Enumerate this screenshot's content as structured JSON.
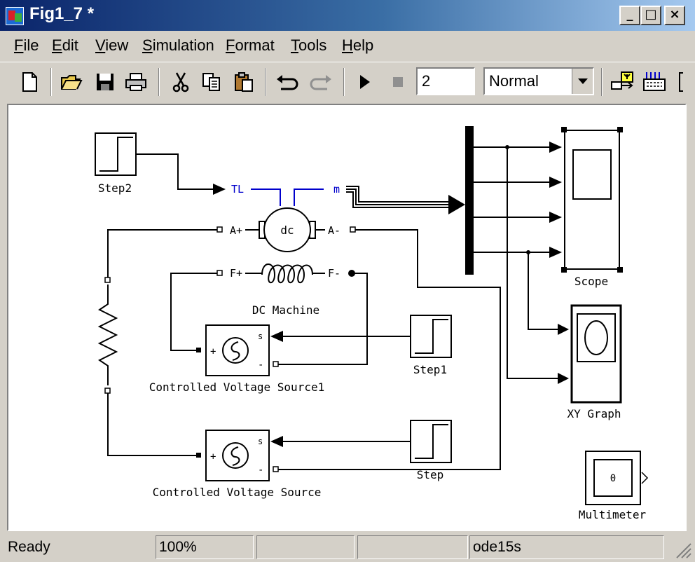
{
  "window": {
    "title": "Fig1_7 *"
  },
  "menu": [
    "File",
    "Edit",
    "View",
    "Simulation",
    "Format",
    "Tools",
    "Help"
  ],
  "toolbar": {
    "buttons": [
      "new-icon",
      "open-icon",
      "save-icon",
      "print-icon",
      "cut-icon",
      "copy-icon",
      "paste-icon",
      "undo-icon",
      "redo-icon",
      "play-icon",
      "stop-icon"
    ],
    "stop_time": "2",
    "sim_mode": "Normal"
  },
  "diagram": {
    "blocks": {
      "step2": "Step2",
      "step1": "Step1",
      "step": "Step",
      "dc_machine": "DC Machine",
      "cvs1": "Controlled Voltage Source1",
      "cvs": "Controlled Voltage Source",
      "scope": "Scope",
      "xy_graph": "XY Graph",
      "multimeter": "Multimeter"
    },
    "dc_machine": {
      "port_tl": "TL",
      "port_m": "m",
      "port_a_plus": "A+",
      "port_a_minus": "A-",
      "port_f_plus": "F+",
      "port_f_minus": "F-",
      "symbol": "dc"
    },
    "source_ports": {
      "s": "s",
      "plus": "+",
      "minus": "-"
    },
    "multimeter_value": "0"
  },
  "status": {
    "state": "Ready",
    "zoom": "100%",
    "blank1": "",
    "blank2": "",
    "solver": "ode15s"
  },
  "colors": {
    "title_start": "#0a246a",
    "title_end": "#a6caf0",
    "chrome": "#d4d0c8",
    "port_label": "#0000cc"
  }
}
